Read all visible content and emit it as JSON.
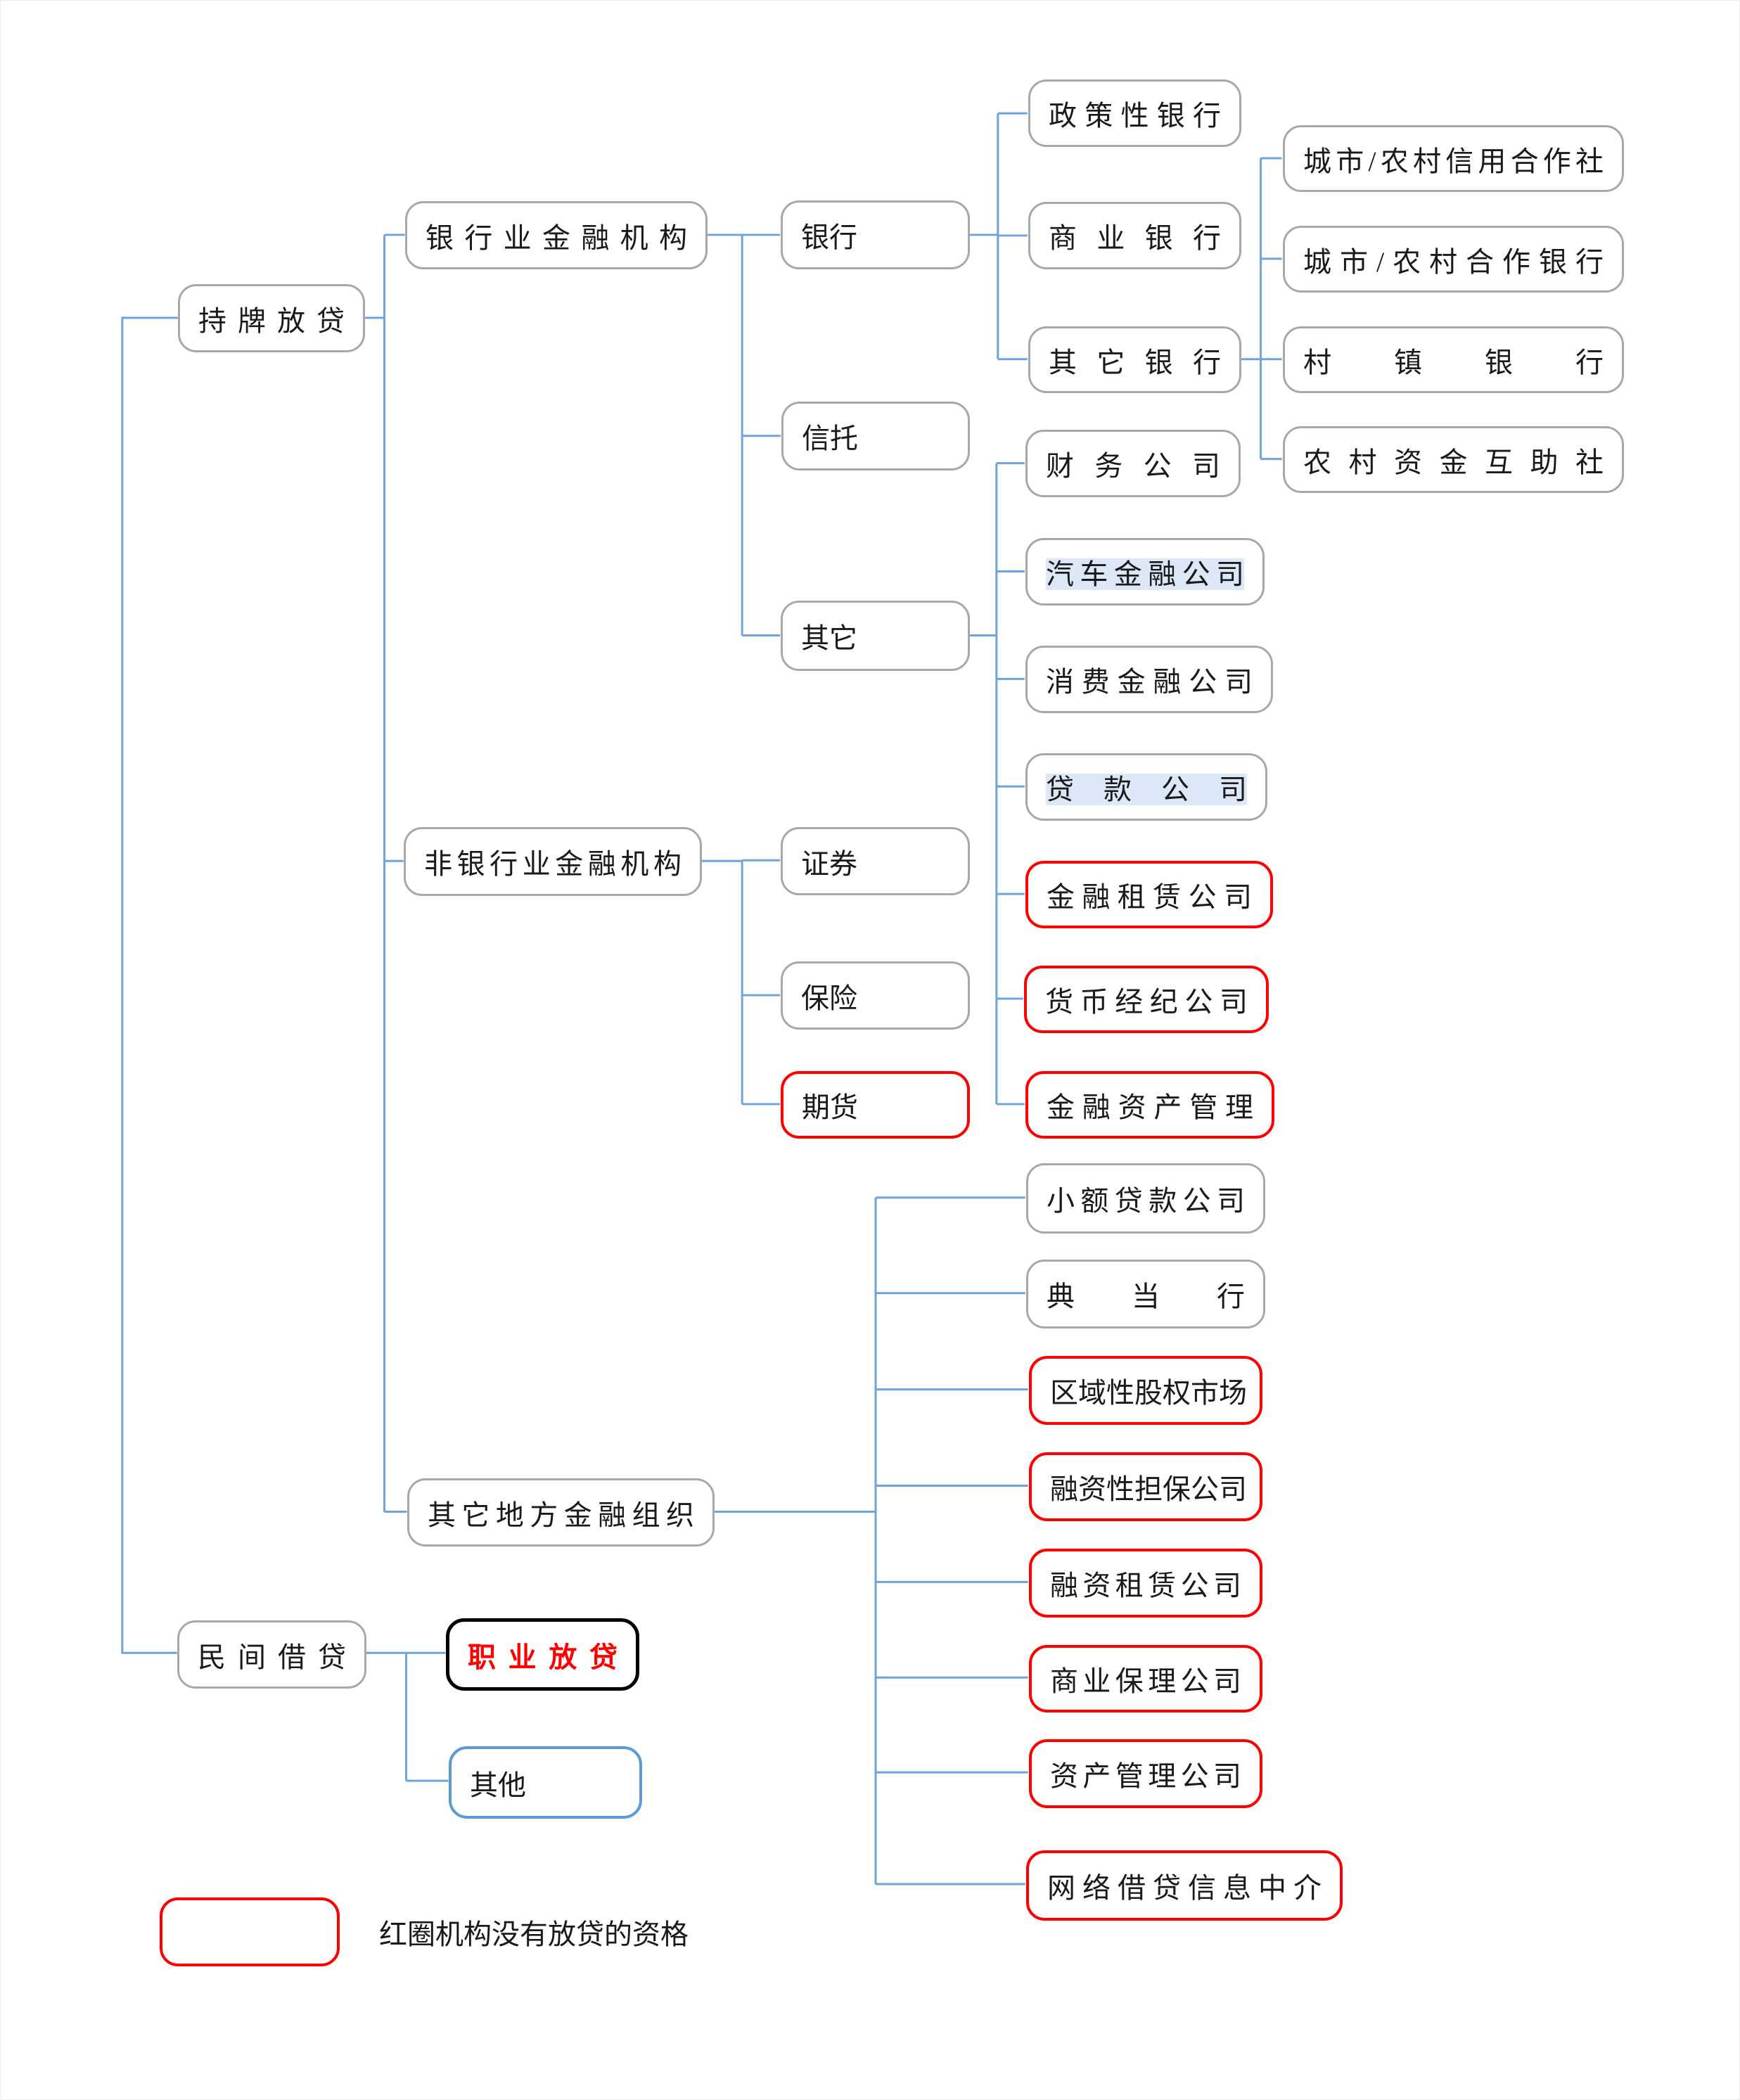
{
  "colors": {
    "connector": "#6FA3DC",
    "default_border": "#A8A8A8",
    "restricted_border": "#FF0000",
    "alt_border": "#5B9BD5",
    "emphasis_border": "#000000",
    "emphasis_text": "#FF0000",
    "text": "#1A1A1A",
    "highlight_bg": "#DCE8F7"
  },
  "nodes": {
    "licensed": {
      "label": "持牌放贷",
      "style": "default"
    },
    "private": {
      "label": "民间借贷",
      "style": "default"
    },
    "banking": {
      "label": "银行业金融机构",
      "style": "default"
    },
    "nonbanking": {
      "label": "非银行业金融机构",
      "style": "default"
    },
    "local": {
      "label": "其它地方金融组织",
      "style": "default"
    },
    "professional": {
      "label": "职业放贷",
      "style": "emphasis"
    },
    "private_other": {
      "label": "其他",
      "style": "alt"
    },
    "bank": {
      "label": "银行",
      "style": "default"
    },
    "trust": {
      "label": "信托",
      "style": "default"
    },
    "other_fi": {
      "label": "其它",
      "style": "default"
    },
    "securities": {
      "label": "证券",
      "style": "default"
    },
    "insurance": {
      "label": "保险",
      "style": "default"
    },
    "futures": {
      "label": "期货",
      "style": "restricted"
    },
    "policy_bank": {
      "label": "政策性银行",
      "style": "default"
    },
    "commercial_bank": {
      "label": "商业银行",
      "style": "default"
    },
    "other_bank": {
      "label": "其它银行",
      "style": "default"
    },
    "credit_coop": {
      "label": "城市/农村信用合作社",
      "style": "default"
    },
    "coop_bank": {
      "label": "城市/农村合作银行",
      "style": "default"
    },
    "village_bank": {
      "label": "村镇银行",
      "style": "default"
    },
    "rural_mutual": {
      "label": "农村资金互助社",
      "style": "default"
    },
    "finance_co": {
      "label": "财务公司",
      "style": "default"
    },
    "auto_finance": {
      "label": "汽车金融公司",
      "style": "default",
      "highlight": true
    },
    "consumer_finance": {
      "label": "消费金融公司",
      "style": "default"
    },
    "loan_co": {
      "label": "贷款公司",
      "style": "default",
      "highlight": true
    },
    "fin_leasing": {
      "label": "金融租赁公司",
      "style": "restricted"
    },
    "money_broker": {
      "label": "货币经纪公司",
      "style": "restricted"
    },
    "fin_asset_mgmt": {
      "label": "金融资产管理",
      "style": "restricted"
    },
    "micro_loan": {
      "label": "小额贷款公司",
      "style": "default"
    },
    "pawn_shop": {
      "label": "典当行",
      "style": "default"
    },
    "regional_equity": {
      "label": "区域性股权市场",
      "style": "restricted"
    },
    "fin_guarantee": {
      "label": "融资性担保公司",
      "style": "restricted"
    },
    "leasing": {
      "label": "融资租赁公司",
      "style": "restricted"
    },
    "factoring": {
      "label": "商业保理公司",
      "style": "restricted"
    },
    "asset_mgmt": {
      "label": "资产管理公司",
      "style": "restricted"
    },
    "p2p": {
      "label": "网络借贷信息中介",
      "style": "restricted"
    }
  },
  "hierarchy": {
    "root": [
      "licensed",
      "private"
    ],
    "licensed": [
      "banking",
      "nonbanking",
      "local"
    ],
    "banking": [
      "bank",
      "trust",
      "other_fi"
    ],
    "bank": [
      "policy_bank",
      "commercial_bank",
      "other_bank"
    ],
    "other_bank": [
      "credit_coop",
      "coop_bank",
      "village_bank",
      "rural_mutual"
    ],
    "other_fi": [
      "finance_co",
      "auto_finance",
      "consumer_finance",
      "loan_co",
      "fin_leasing",
      "money_broker",
      "fin_asset_mgmt"
    ],
    "nonbanking": [
      "securities",
      "insurance",
      "futures"
    ],
    "local": [
      "micro_loan",
      "pawn_shop",
      "regional_equity",
      "fin_guarantee",
      "leasing",
      "factoring",
      "asset_mgmt",
      "p2p"
    ],
    "private": [
      "professional",
      "private_other"
    ]
  },
  "legend": {
    "note": "红圈机构没有放贷的资格"
  }
}
